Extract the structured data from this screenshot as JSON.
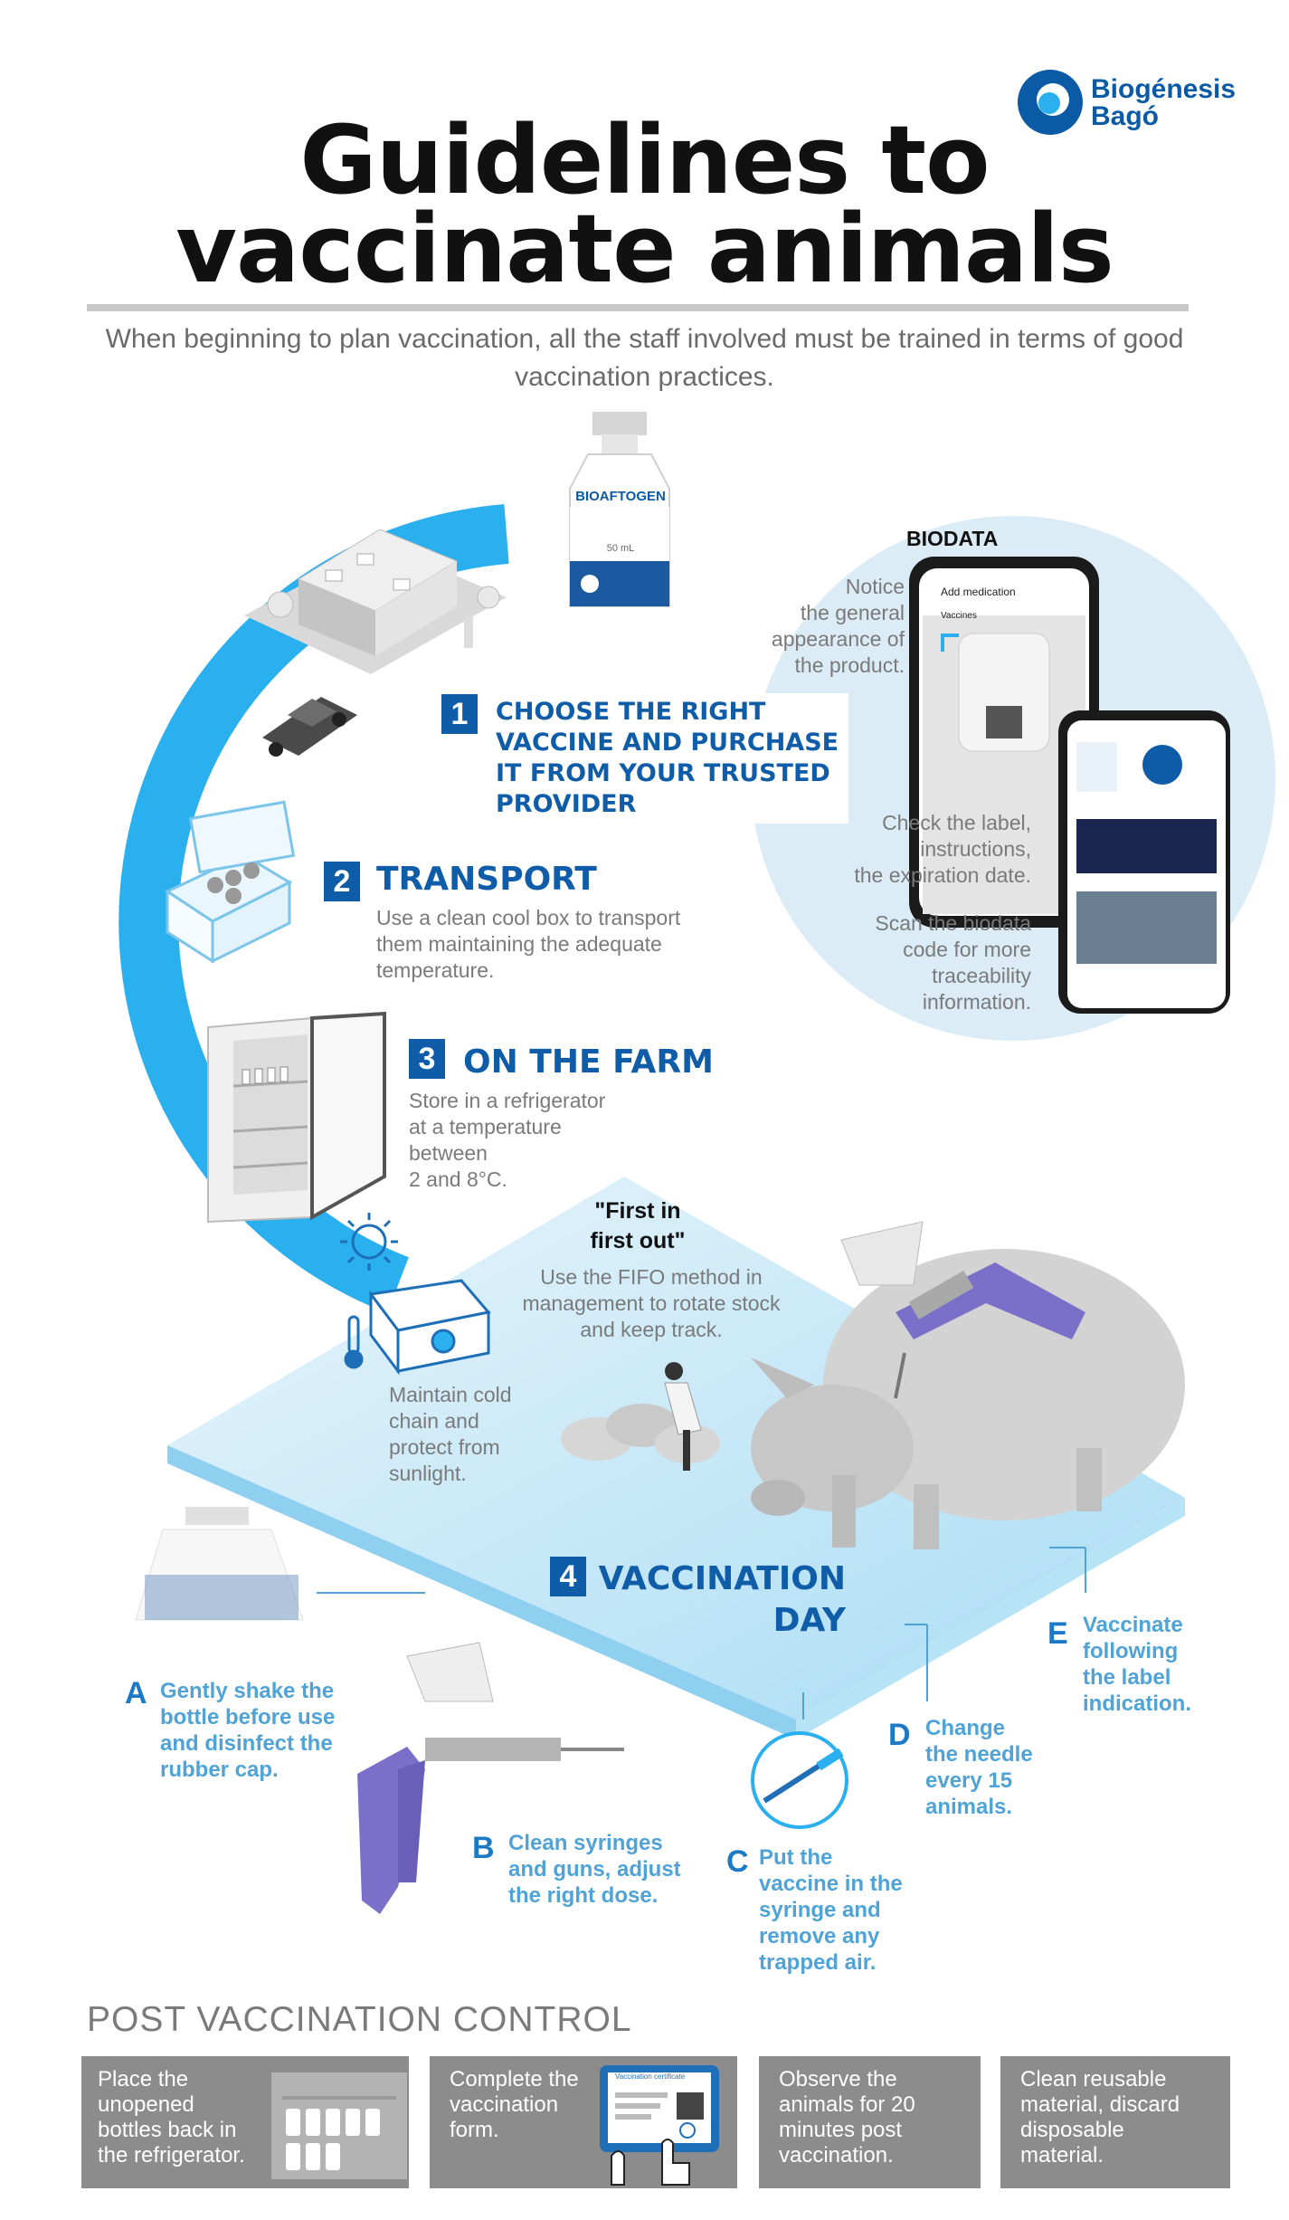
{
  "brand": {
    "name_line1": "Biogénesis",
    "name_line2": "Bagó",
    "color": "#0b5aa6"
  },
  "title": {
    "line1": "Guidelines to",
    "line2": "vaccinate animals"
  },
  "intro": "When beginning to plan vaccination, all the staff involved must be trained in terms of good vaccination practices.",
  "product": {
    "name": "BIOAFTOGEN",
    "volume": "50 mL"
  },
  "steps": [
    {
      "number": "1",
      "title": [
        "CHOOSE THE RIGHT",
        "VACCINE AND PURCHASE",
        "IT FROM YOUR TRUSTED",
        "PROVIDER"
      ]
    },
    {
      "number": "2",
      "title": "TRANSPORT",
      "text": [
        "Use a clean cool box to transport",
        "them maintaining the adequate",
        "temperature."
      ]
    },
    {
      "number": "3",
      "title": "ON THE FARM",
      "text": [
        "Store in a refrigerator",
        "at a temperature",
        "between",
        "2 and 8°C."
      ]
    },
    {
      "number": "4",
      "title": [
        "VACCINATION",
        "DAY"
      ]
    }
  ],
  "biodata": {
    "title": "BIODATA",
    "notice": [
      "Notice",
      "the general",
      "appearance of",
      "the product."
    ],
    "check": [
      "Check the label,",
      "instructions,",
      "the expiration date."
    ],
    "scan": [
      "Scan the biodata",
      "code for more",
      "traceability",
      "information."
    ],
    "phone": {
      "header": "Add medication",
      "field": "Vaccines"
    }
  },
  "fifo": {
    "quote": [
      "\"First in",
      "first out\""
    ],
    "text": [
      "Use the FIFO method in",
      "management to rotate stock",
      "and keep track."
    ]
  },
  "cold_chain": [
    "Maintain cold",
    "chain and",
    "protect from",
    "sunlight."
  ],
  "vaccination_steps": [
    {
      "letter": "A",
      "text": [
        "Gently shake the",
        "bottle before use",
        "and disinfect the",
        "rubber cap."
      ]
    },
    {
      "letter": "B",
      "text": [
        "Clean syringes",
        "and guns, adjust",
        "the right dose."
      ]
    },
    {
      "letter": "C",
      "text": [
        "Put the",
        "vaccine in the",
        "syringe and",
        "remove any",
        "trapped air."
      ]
    },
    {
      "letter": "D",
      "text": [
        "Change",
        "the needle",
        "every 15",
        "animals."
      ]
    },
    {
      "letter": "E",
      "text": [
        "Vaccinate",
        "following",
        "the label",
        "indication."
      ]
    }
  ],
  "post": {
    "heading": "POST VACCINATION CONTROL",
    "cards": [
      [
        "Place the",
        "unopened",
        "bottles back in",
        "the refrigerator."
      ],
      [
        "Complete the",
        "vaccination",
        "form."
      ],
      [
        "Observe the",
        "animals for 20",
        "minutes post",
        "vaccination."
      ],
      [
        "Clean reusable",
        "material, discard",
        "disposable",
        "material."
      ]
    ],
    "form_title": "Vaccination certificate"
  },
  "colors": {
    "accent_blue": "#0f5da8",
    "arc_blue": "#2ab0ee",
    "light_blue": "#dcecf6",
    "card_gray": "#8c8c8c"
  }
}
